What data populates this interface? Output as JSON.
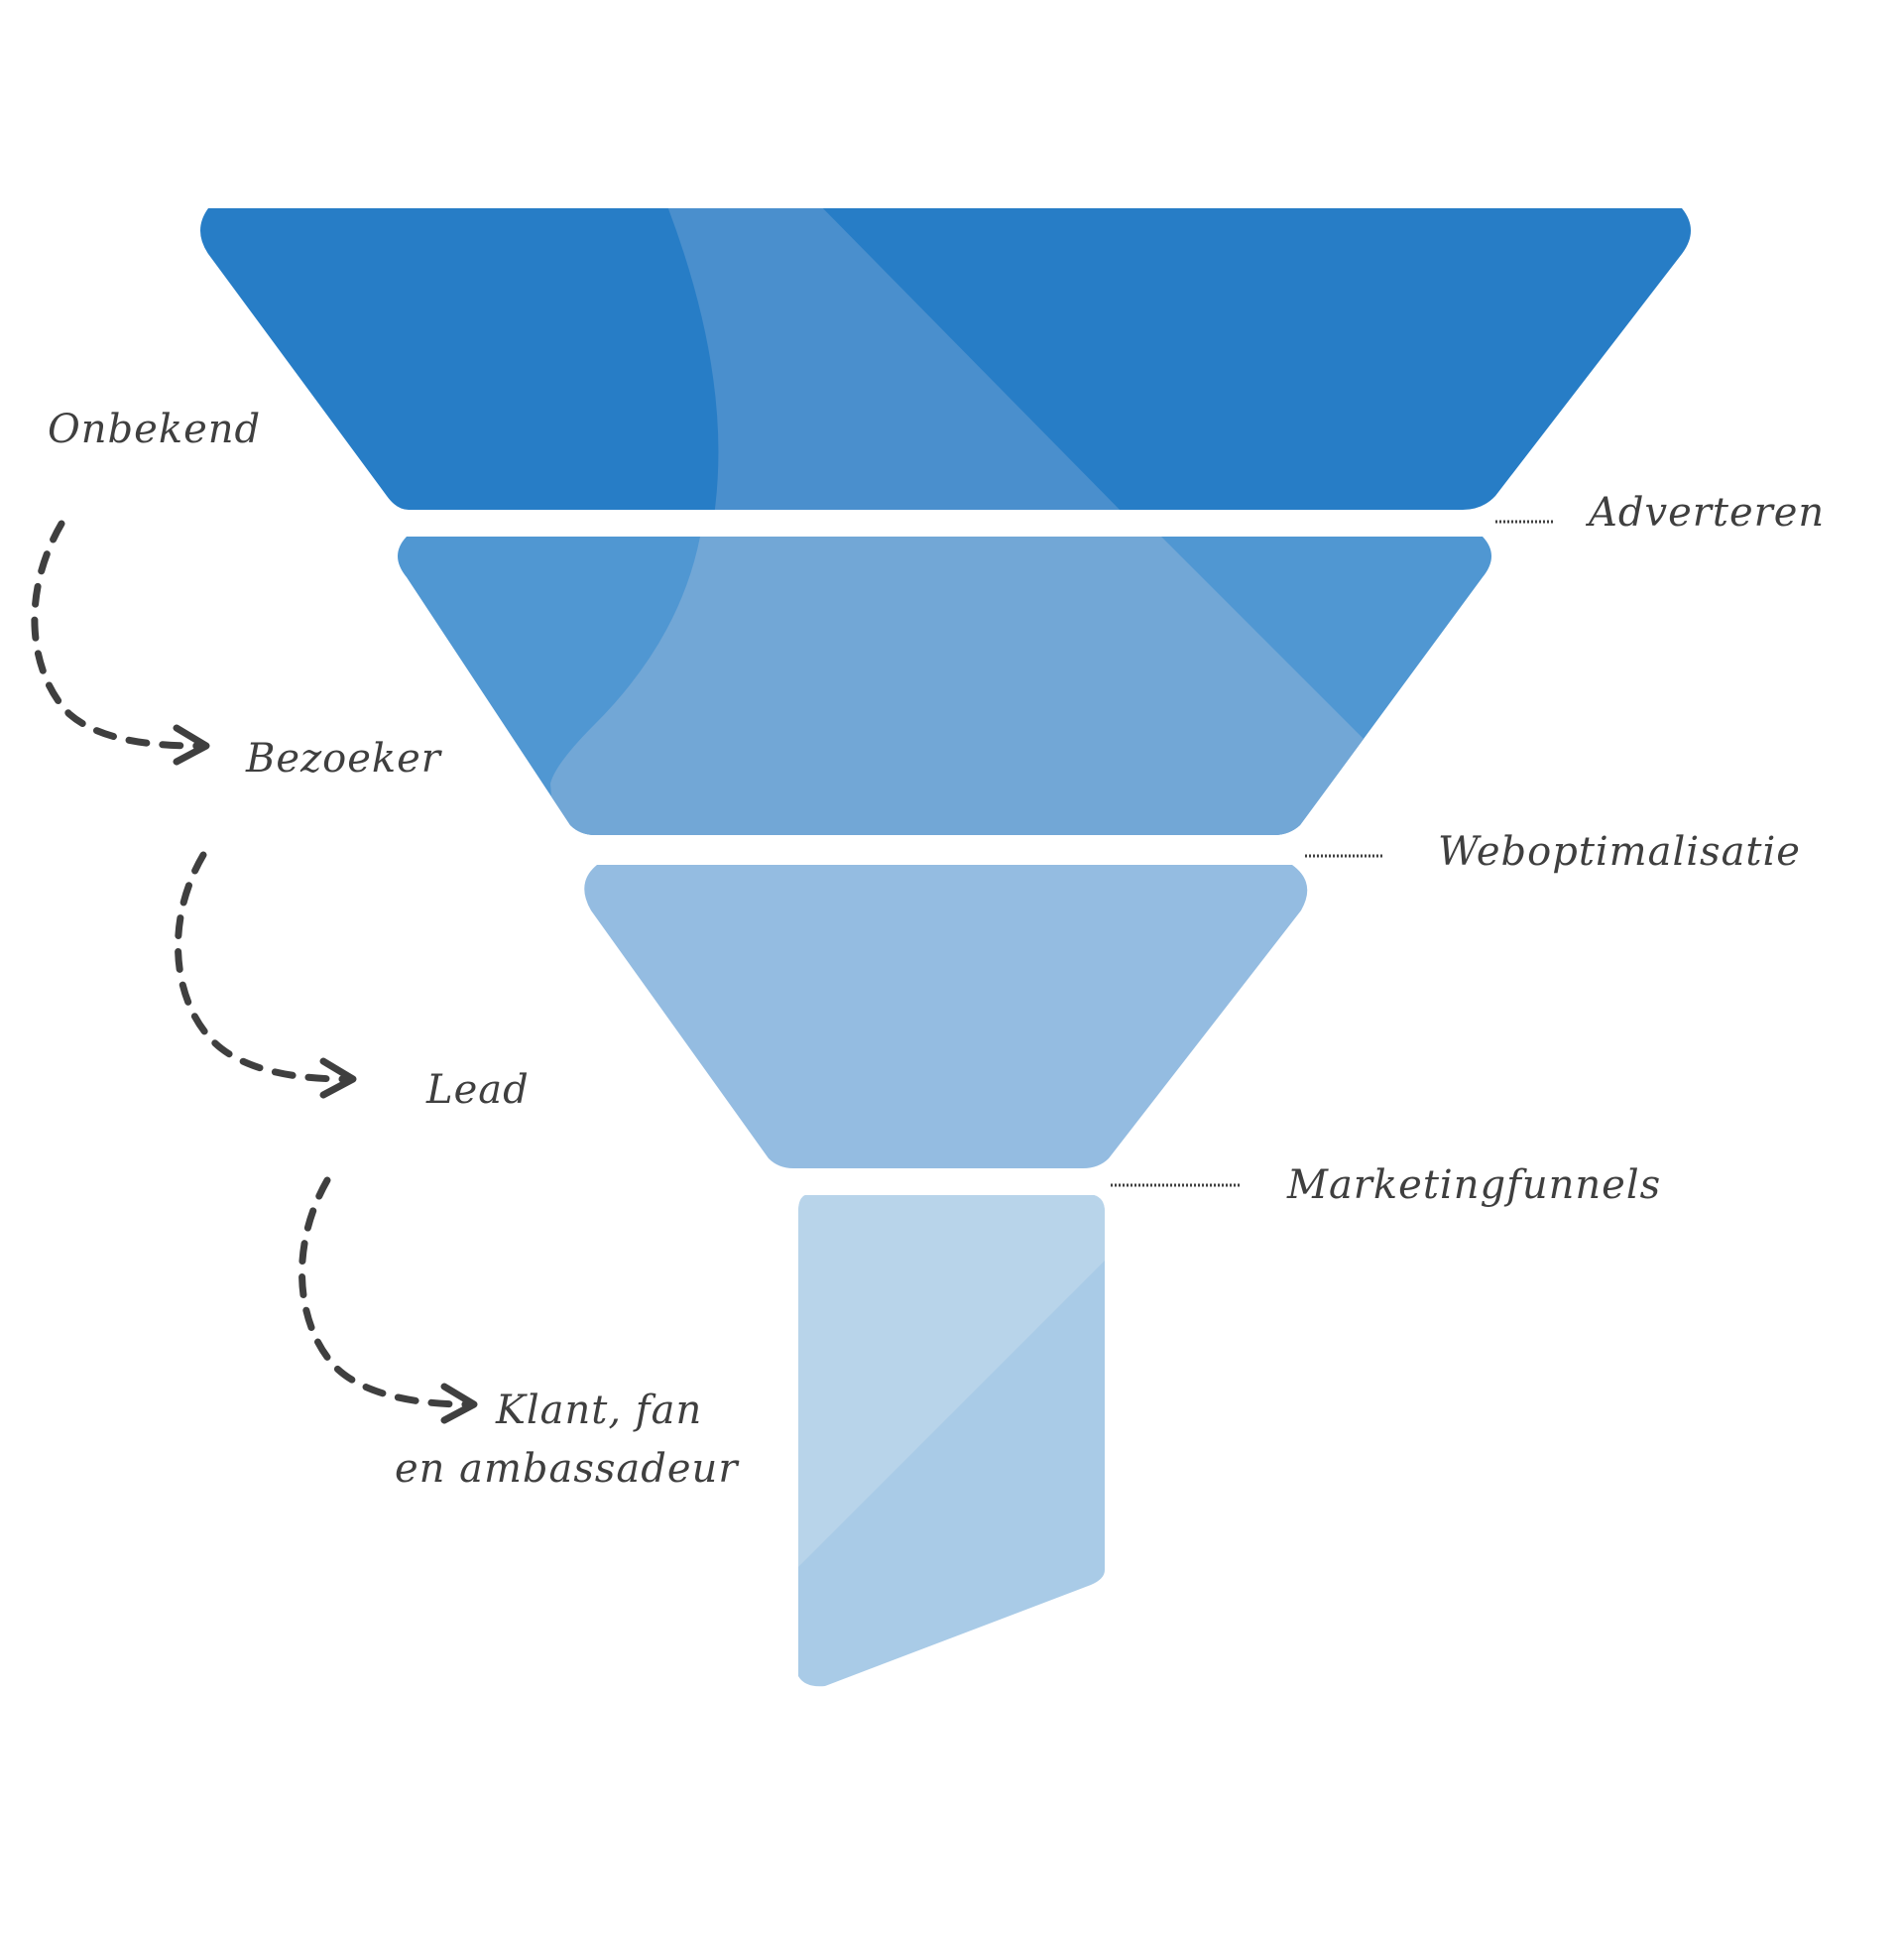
{
  "funnel": {
    "colors": {
      "stage1": "#277DC6",
      "stage1_highlight": "#4A8FCD",
      "stage2": "#5097D2",
      "stage2_highlight": "#72A7D6",
      "stage3": "#94BCE1",
      "stage4": "#A9CBE7",
      "stage4_highlight": "#B8D4EA"
    }
  },
  "stages": [
    {
      "label": "Onbekend"
    },
    {
      "label": "Bezoeker"
    },
    {
      "label": "Lead"
    },
    {
      "label": "Klant, fan",
      "label_line2": "en ambassadeur"
    }
  ],
  "tactics": [
    {
      "label": "Adverteren"
    },
    {
      "label": "Weboptimalisatie"
    },
    {
      "label": "Marketingfunnels"
    }
  ]
}
